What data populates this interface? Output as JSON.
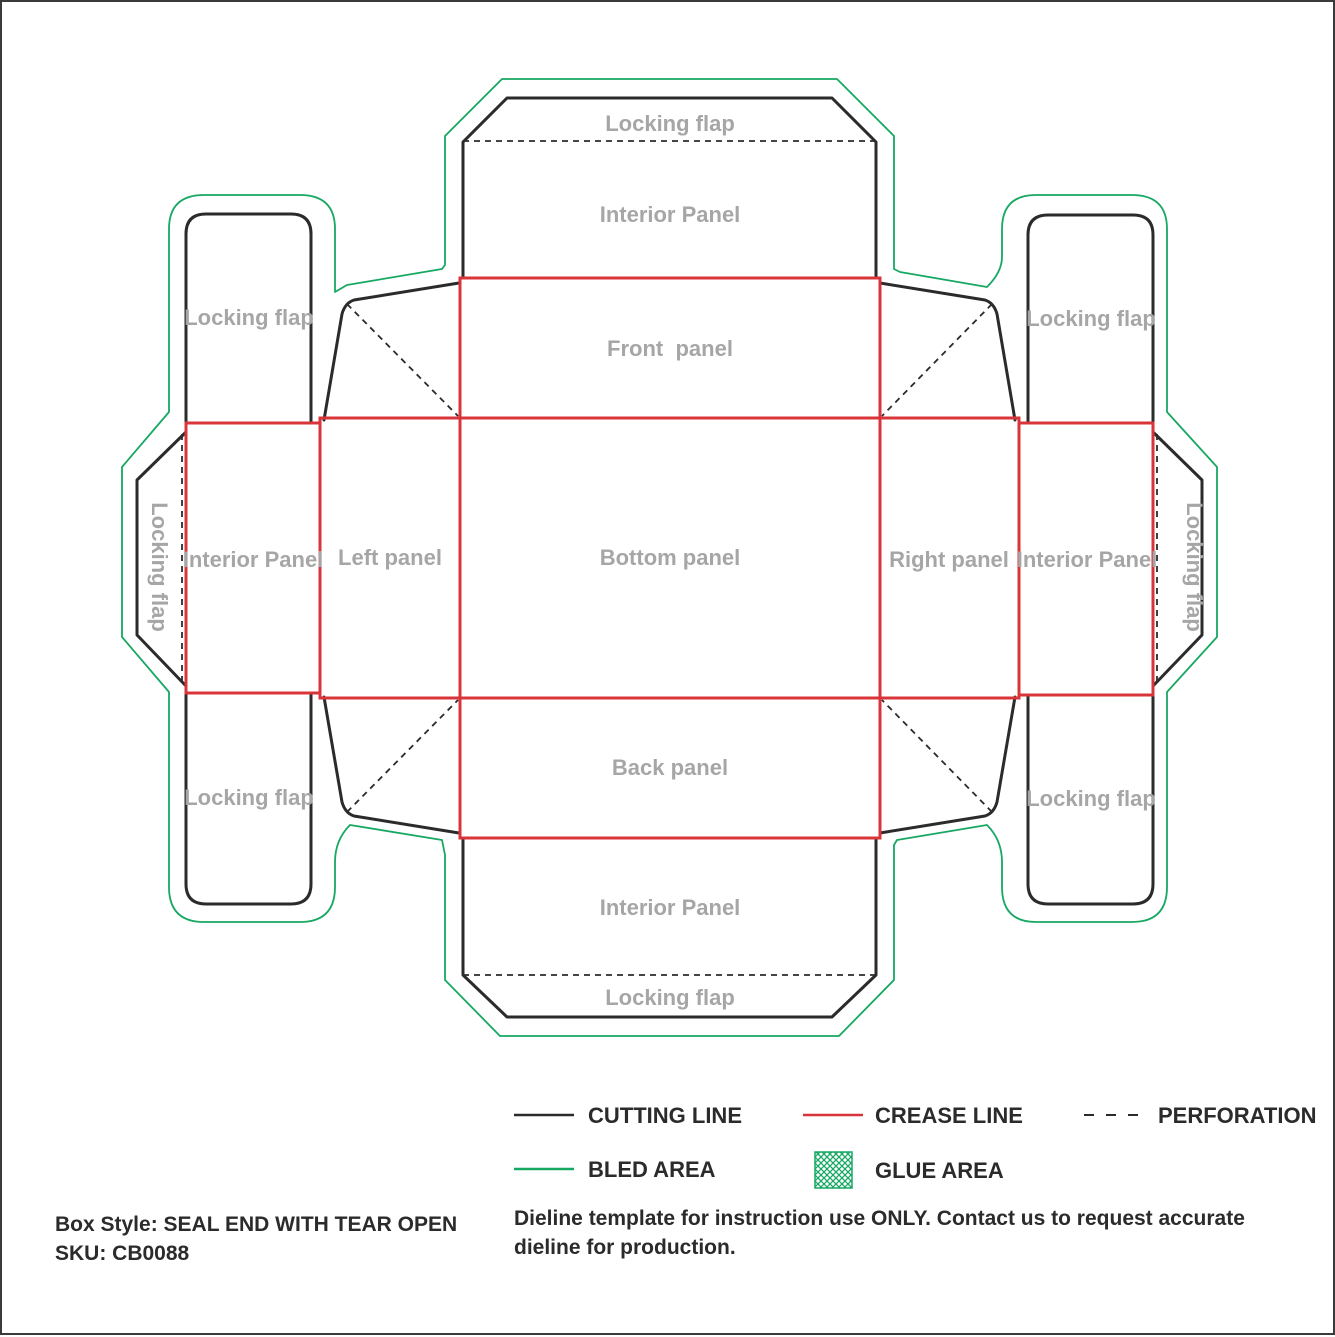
{
  "panels": {
    "top_locking_flap": "Locking flap",
    "top_interior_panel": "Interior Panel",
    "front_panel": "Front  panel",
    "bottom_panel": "Bottom panel",
    "back_panel": "Back panel",
    "bottom_interior_panel": "Interior Panel",
    "bottom_locking_flap": "Locking flap",
    "left_panel": "Left panel",
    "right_panel": "Right panel",
    "left_interior_panel": "Interior Panel",
    "right_interior_panel": "Interior Panel",
    "left_side_locking_flap": "Locking flap",
    "right_side_locking_flap": "Locking flap",
    "left_upper_locking_flap": "Locking flap",
    "left_lower_locking_flap": "Locking flap",
    "right_upper_locking_flap": "Locking flap",
    "right_lower_locking_flap": "Locking flap"
  },
  "legend": {
    "cutting_line": "CUTTING LINE",
    "crease_line": "CREASE LINE",
    "perforation": "PERFORATION",
    "bled_area": "BLED AREA",
    "glue_area": "GLUE AREA"
  },
  "colors": {
    "cutting_line": "#2b2b2b",
    "crease_line": "#d8343a",
    "bled_area": "#17a862",
    "glue_area": "#17a862",
    "panel_label": "#a6a6a6"
  },
  "info": {
    "box_style": "Box Style: SEAL END WITH TEAR OPEN",
    "sku": "SKU: CB0088",
    "disclaimer": "Dieline template for instruction use ONLY. Contact us to request accurate dieline for production."
  }
}
